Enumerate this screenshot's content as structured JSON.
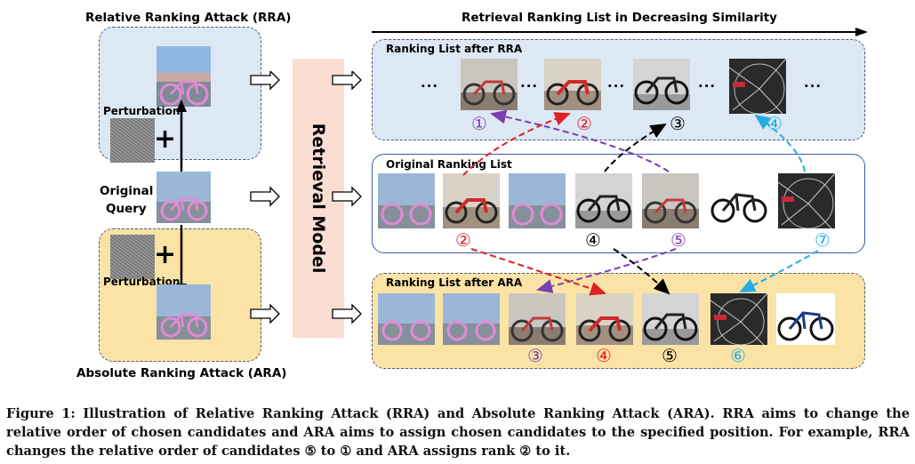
{
  "left": {
    "rra_title": "Relative Ranking Attack (RRA)",
    "ara_title": "Absolute Ranking Attack (ARA)",
    "perturbation_label_top": "Perturbation",
    "perturbation_label_bottom": "Perturbation",
    "plus_symbol": "+",
    "original_query_line1": "Original",
    "original_query_line2": "Query"
  },
  "model": {
    "label": "Retrieval Model"
  },
  "header": {
    "axis_title": "Retrieval Ranking List in Decreasing Similarity"
  },
  "lists": {
    "rra_title": "Ranking List after RRA",
    "orig_title": "Original Ranking List",
    "ara_title": "Ranking List after ARA",
    "ellipsis": "...",
    "rra_ranks": [
      "①",
      "②",
      "③",
      "④"
    ],
    "orig_ranks": [
      "②",
      "④",
      "⑤",
      "⑦"
    ],
    "ara_ranks": [
      "③",
      "④",
      "⑤",
      "⑥"
    ]
  },
  "colors": {
    "purple": "#7a3fb0",
    "red": "#e02020",
    "black": "#000000",
    "cyan": "#22aee0"
  },
  "caption": {
    "text": "Figure 1: Illustration of Relative Ranking Attack (RRA) and Absolute Ranking Attack (ARA). RRA aims to change the relative order of chosen candidates and ARA aims to assign chosen candidates to the specified position. For example, RRA changes the relative order of candidates ⑤ to ① and ARA assigns rank ② to it."
  }
}
